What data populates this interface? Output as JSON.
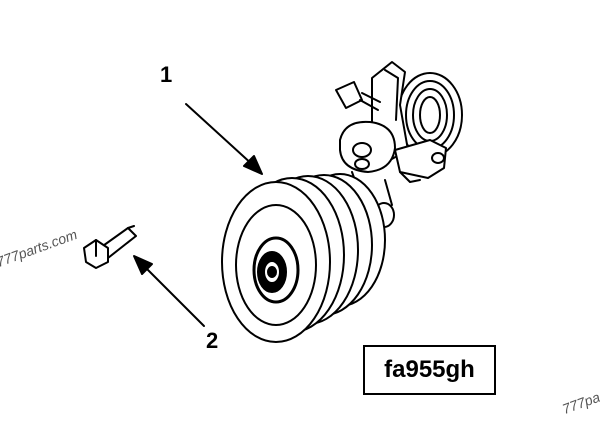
{
  "diagram": {
    "callouts": [
      {
        "label": "1"
      },
      {
        "label": "2"
      }
    ],
    "part_code": "fa955gh",
    "watermarks": [
      "777parts.com",
      "777pa"
    ],
    "colors": {
      "line": "#000000",
      "background": "#ffffff"
    }
  }
}
